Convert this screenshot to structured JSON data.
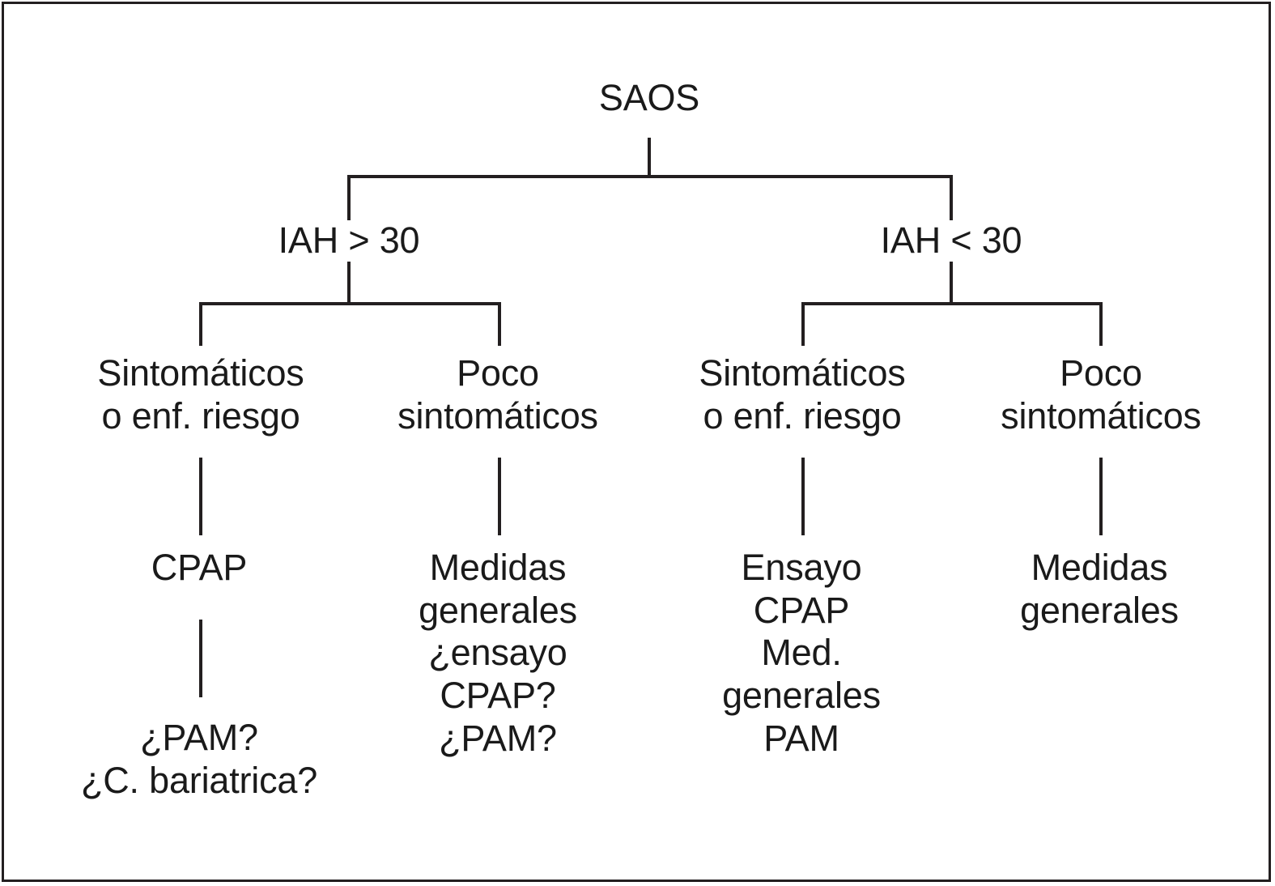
{
  "figure": {
    "title": "SAOS treatment decision tree",
    "language": "es",
    "line_color": "#231f20",
    "text_color": "#1a1a1a",
    "background": "#ffffff"
  },
  "tree": {
    "root": {
      "label": "SAOS"
    },
    "level1": [
      {
        "label": "IAH > 30"
      },
      {
        "label": "IAH < 30"
      }
    ],
    "level2": [
      {
        "label": "Sintomáticos\no enf. riesgo"
      },
      {
        "label": "Poco\nsintomáticos"
      },
      {
        "label": "Sintomáticos\no enf. riesgo"
      },
      {
        "label": "Poco\nsintomáticos"
      }
    ],
    "level3": [
      {
        "label": "CPAP"
      },
      {
        "label": "Medidas\ngenerales\n¿ensayo\nCPAP?\n¿PAM?"
      },
      {
        "label": "Ensayo\nCPAP\nMed.\ngenerales\nPAM"
      },
      {
        "label": "Medidas\ngenerales"
      }
    ],
    "level4": [
      {
        "label": "¿PAM?\n¿C. bariatrica?"
      }
    ]
  }
}
